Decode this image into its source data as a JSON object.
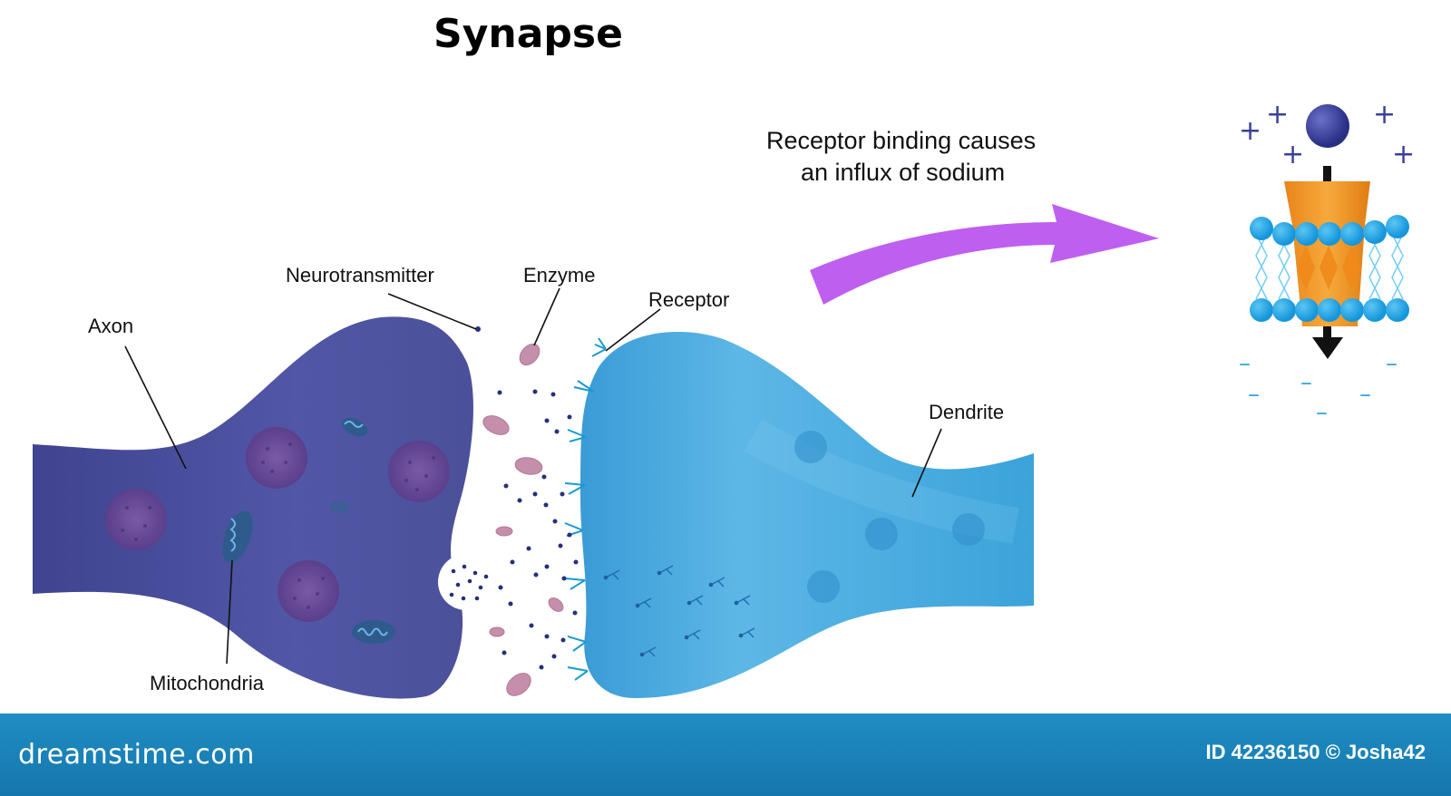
{
  "title": "Synapse",
  "caption": {
    "line1": "Receptor binding causes",
    "line2": "an influx of sodium"
  },
  "labels": {
    "axon": "Axon",
    "neurotransmitter": "Neurotransmitter",
    "enzyme": "Enzyme",
    "receptor": "Receptor",
    "dendrite": "Dendrite",
    "mitochondria": "Mitochondria"
  },
  "ion_channel": {
    "positive_symbol": "+",
    "negative_symbol": "–"
  },
  "footer": {
    "brand": "dreamstime.com",
    "credit": "ID 42236150 © Josha42"
  },
  "colors": {
    "axon": "#4b4f9d",
    "dendrite": "#4aa6db",
    "vesicle": "#6b4d97",
    "mitochondria": "#2e5b8c",
    "enzyme": "#c58eaa",
    "neurotransmitter": "#25307a",
    "arrow": "#bf5ff0",
    "channel": "#f39a22",
    "lipid_head": "#1ea6e6",
    "ion": "#3a3f9c",
    "footer": "#1b84bb"
  }
}
